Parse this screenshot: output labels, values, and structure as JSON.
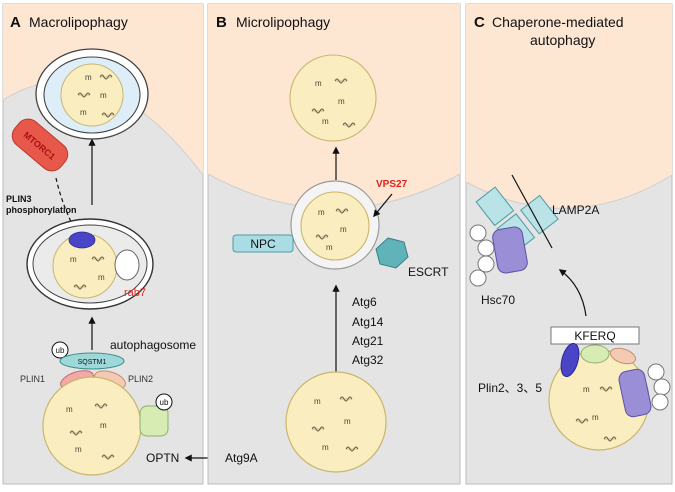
{
  "colors": {
    "cytoplasm": "#e4e4e4",
    "lysosome_lumen": "#fde6d2",
    "droplet": "#faeec0",
    "droplet_stroke": "#c9b56c",
    "mtorc1": "#e8584a",
    "highlight_red": "#e0241b",
    "npc": "#a9dde3",
    "escrt": "#5fb3b9",
    "lamp2a": "#b9e3e6",
    "hsc70": "#9a8fd6",
    "sqstm1": "#9fd8d8",
    "plin1": "#f2a9a7",
    "plin2": "#f4cbb2",
    "optn": "#d6ecb2",
    "rab7_dot": "#4a45c6"
  },
  "panels": {
    "a": {
      "letter": "A",
      "title": "Macrolipophagy"
    },
    "b": {
      "letter": "B",
      "title": "Microlipophagy"
    },
    "c": {
      "letter": "C",
      "title_line1": "Chaperone-mediated",
      "title_line2": "autophagy"
    }
  },
  "labels": {
    "mtorc1": "MTORC1",
    "plin3_line1": "PLIN3",
    "plin3_line2": "phosphorylation",
    "rab7": "rab7",
    "autophagosome": "autophagosome",
    "ub": "ub",
    "sqstm1": "SQSTM1",
    "plin1": "PLIN1",
    "plin2": "PLIN2",
    "optn": "OPTN",
    "atg9a": "Atg9A",
    "vps27": "VPS27",
    "npc": "NPC",
    "escrt": "ESCRT",
    "atg6": "Atg6",
    "atg14": "Atg14",
    "atg21": "Atg21",
    "atg32": "Atg32",
    "lamp2a": "LAMP2A",
    "hsc70": "Hsc70",
    "kferq": "KFERQ",
    "plin235": "Plin2、3、5"
  }
}
